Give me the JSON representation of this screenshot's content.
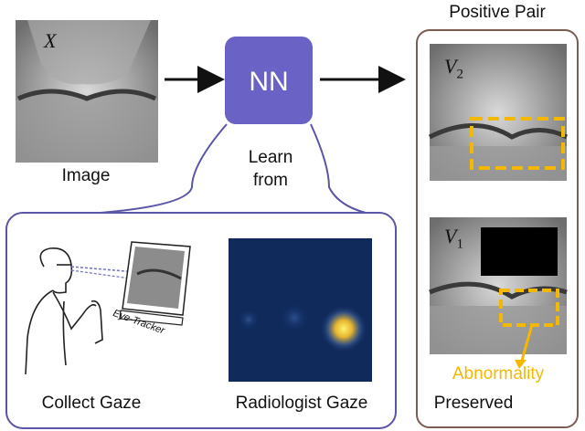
{
  "input": {
    "var": "X",
    "caption": "Image"
  },
  "network": {
    "label": "NN",
    "learn_from": "Learn\nfrom"
  },
  "pair": {
    "title": "Positive Pair",
    "top_view": {
      "var": "V",
      "sub": "2"
    },
    "bottom_view": {
      "var": "V",
      "sub": "1"
    },
    "abnormality": "Abnormality",
    "preserved": "Preserved"
  },
  "gaze_panel": {
    "collect_caption": "Collect Gaze",
    "tracker_label": "Eye-Tracker",
    "heatmap_caption": "Radiologist Gaze"
  },
  "colors": {
    "nn_box": "#6a62c4",
    "panel_border": "#5a55a5",
    "pair_border": "#7a5c52",
    "highlight": "#f5b800",
    "heatmap_bg": "#102a5c"
  }
}
